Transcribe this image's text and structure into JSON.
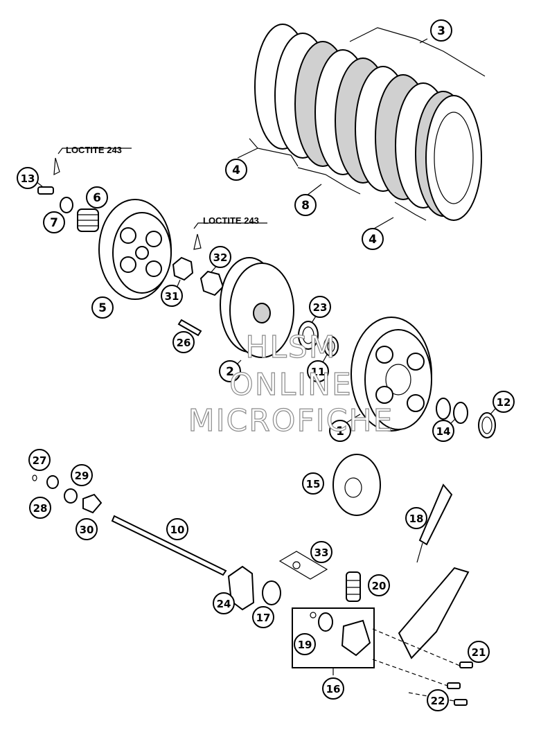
{
  "callouts": [
    {
      "label": "1"
    },
    {
      "label": "2"
    },
    {
      "label": "3"
    },
    {
      "label": "4"
    },
    {
      "label": "4"
    },
    {
      "label": "5"
    },
    {
      "label": "6"
    },
    {
      "label": "7"
    },
    {
      "label": "8"
    },
    {
      "label": "10"
    },
    {
      "label": "11"
    },
    {
      "label": "12"
    },
    {
      "label": "13"
    },
    {
      "label": "14"
    },
    {
      "label": "15"
    },
    {
      "label": "16"
    },
    {
      "label": "17"
    },
    {
      "label": "18"
    },
    {
      "label": "19"
    },
    {
      "label": "20"
    },
    {
      "label": "21"
    },
    {
      "label": "22"
    },
    {
      "label": "23"
    },
    {
      "label": "24"
    },
    {
      "label": "26"
    },
    {
      "label": "27"
    },
    {
      "label": "28"
    },
    {
      "label": "29"
    },
    {
      "label": "30"
    },
    {
      "label": "31"
    },
    {
      "label": "32"
    },
    {
      "label": "33"
    }
  ],
  "annotations": {
    "loctite_upper": "LOCTITE 243",
    "loctite_lower": "LOCTITE 243"
  },
  "watermark": {
    "line1": "HLSM",
    "line2": "ONLINE",
    "line3": "MICROFICHE"
  }
}
